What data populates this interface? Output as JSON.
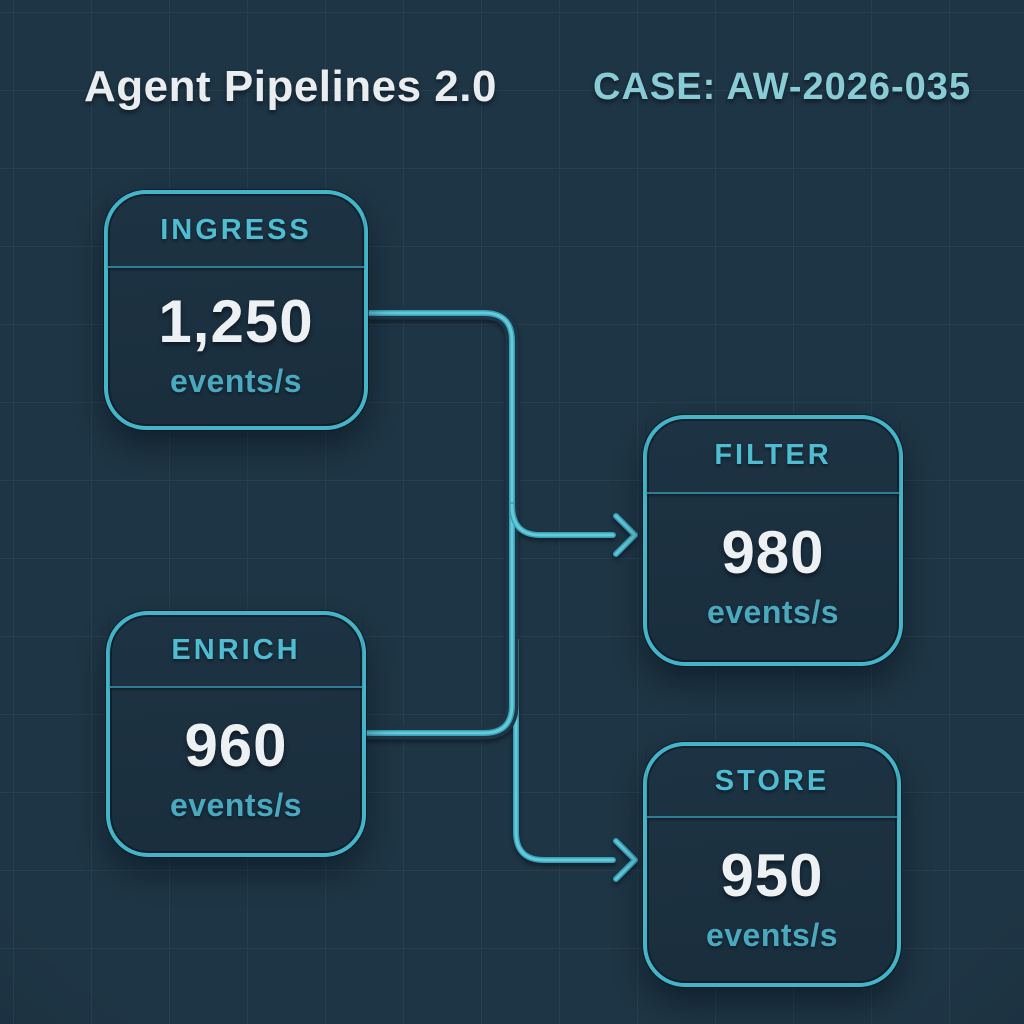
{
  "header": {
    "title": "Agent Pipelines 2.0",
    "case_label": "CASE: AW-2026-035"
  },
  "nodes": {
    "ingress": {
      "label": "INGRESS",
      "value": "1,250",
      "unit": "events/s"
    },
    "filter": {
      "label": "FILTER",
      "value": "980",
      "unit": "events/s"
    },
    "enrich": {
      "label": "ENRICH",
      "value": "960",
      "unit": "events/s"
    },
    "store": {
      "label": "STORE",
      "value": "950",
      "unit": "events/s"
    }
  },
  "edges": [
    {
      "from": "INGRESS",
      "to": "FILTER",
      "arrow": true
    },
    {
      "from": "ENRICH",
      "to": "FILTER",
      "arrow": true
    },
    {
      "from": "INGRESS",
      "to": "STORE",
      "arrow": true
    },
    {
      "from": "ENRICH",
      "to": "STORE",
      "arrow": true
    }
  ],
  "colors": {
    "background": "#1e3545",
    "node_border": "#44b5c9",
    "edge": "#4cb6c8",
    "edge_highlight": "#6fcedd",
    "divider": "#2e7d94",
    "label_text": "#4fbcd1",
    "value_text": "#eef1f3",
    "unit_text": "#4aa9be",
    "title_text": "#e9edf0",
    "case_text": "#8accd6"
  }
}
